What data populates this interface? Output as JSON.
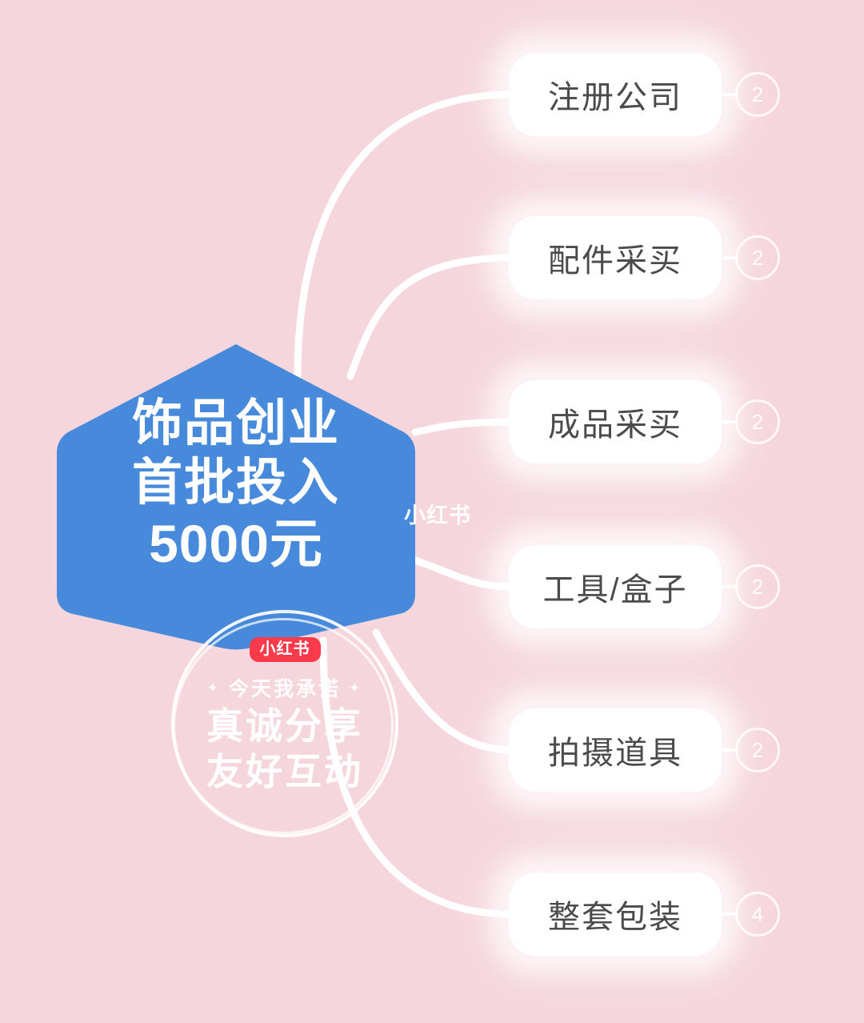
{
  "canvas": {
    "background_color": "#f6d6dd",
    "connector_color": "#ffffff"
  },
  "center_node": {
    "shape": "hexagon",
    "fill_color": "#4789db",
    "text_color": "#ffffff",
    "lines": [
      "饰品创业",
      "首批投入",
      "5000元"
    ]
  },
  "branches": [
    {
      "label": "注册公司",
      "count": "2"
    },
    {
      "label": "配件采买",
      "count": "2"
    },
    {
      "label": "成品采买",
      "count": "2"
    },
    {
      "label": "工具/盒子",
      "count": "2"
    },
    {
      "label": "拍摄道具",
      "count": "2"
    },
    {
      "label": "整套包装",
      "count": "4"
    }
  ],
  "watermarks": {
    "center_small": "小红书",
    "promise": {
      "logo": "小红书",
      "diamond_left": "✦",
      "heading": "今天我承诺",
      "diamond_right": "✦",
      "line1": "真诚分享",
      "line2": "友好互动",
      "logo_color": "#fb3a4b"
    }
  }
}
